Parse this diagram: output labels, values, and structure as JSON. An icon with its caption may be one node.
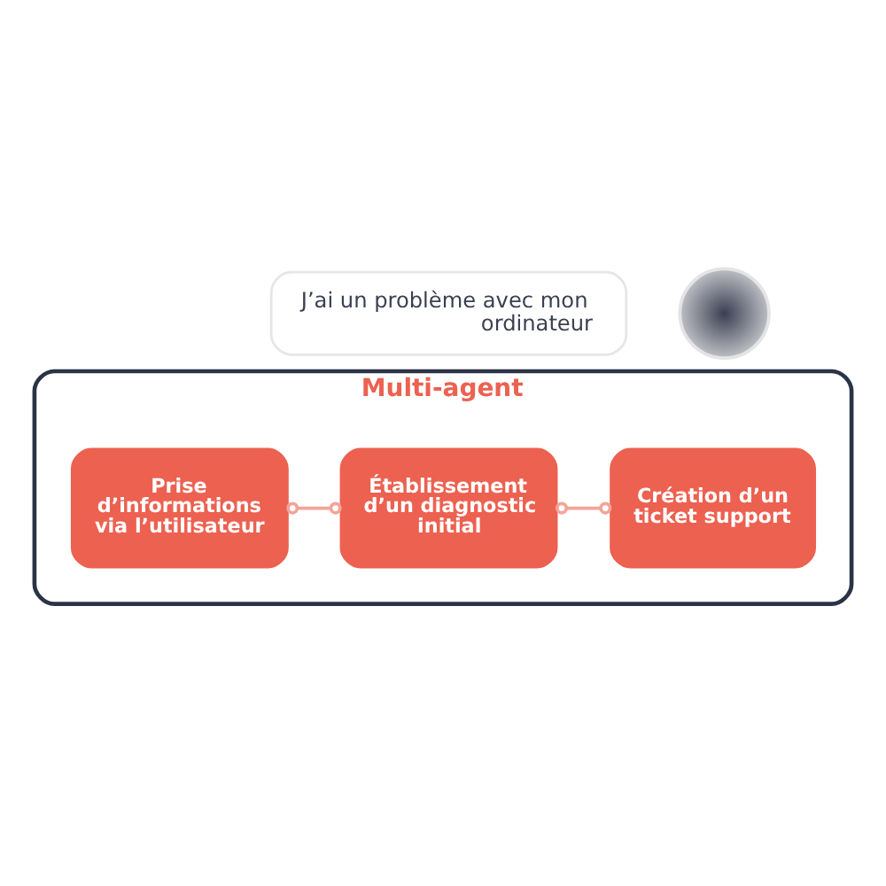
{
  "diagram": {
    "nodes": [
      {
        "text": [
          "J’ai un problème avec mon ordinateur"
        ]
      },
      {
        "text": [],
        "shape": "person"
      },
      {
        "text": [
          "Multi-agent"
        ]
      },
      {
        "text": [
          "Prise d’informations via l’utilisateur"
        ],
        "in": 2
      },
      {
        "text": [
          "Établissement d’un diagnostic initial"
        ],
        "in": 2
      },
      {
        "text": [
          "Création d’un ticket support"
        ],
        "in": 2
      }
    ],
    "edges": [
      {
        "from": 3,
        "to": 4,
        "arrow": "other"
      },
      {
        "from": 4,
        "to": 5,
        "arrow": "other"
      }
    ]
  }
}
